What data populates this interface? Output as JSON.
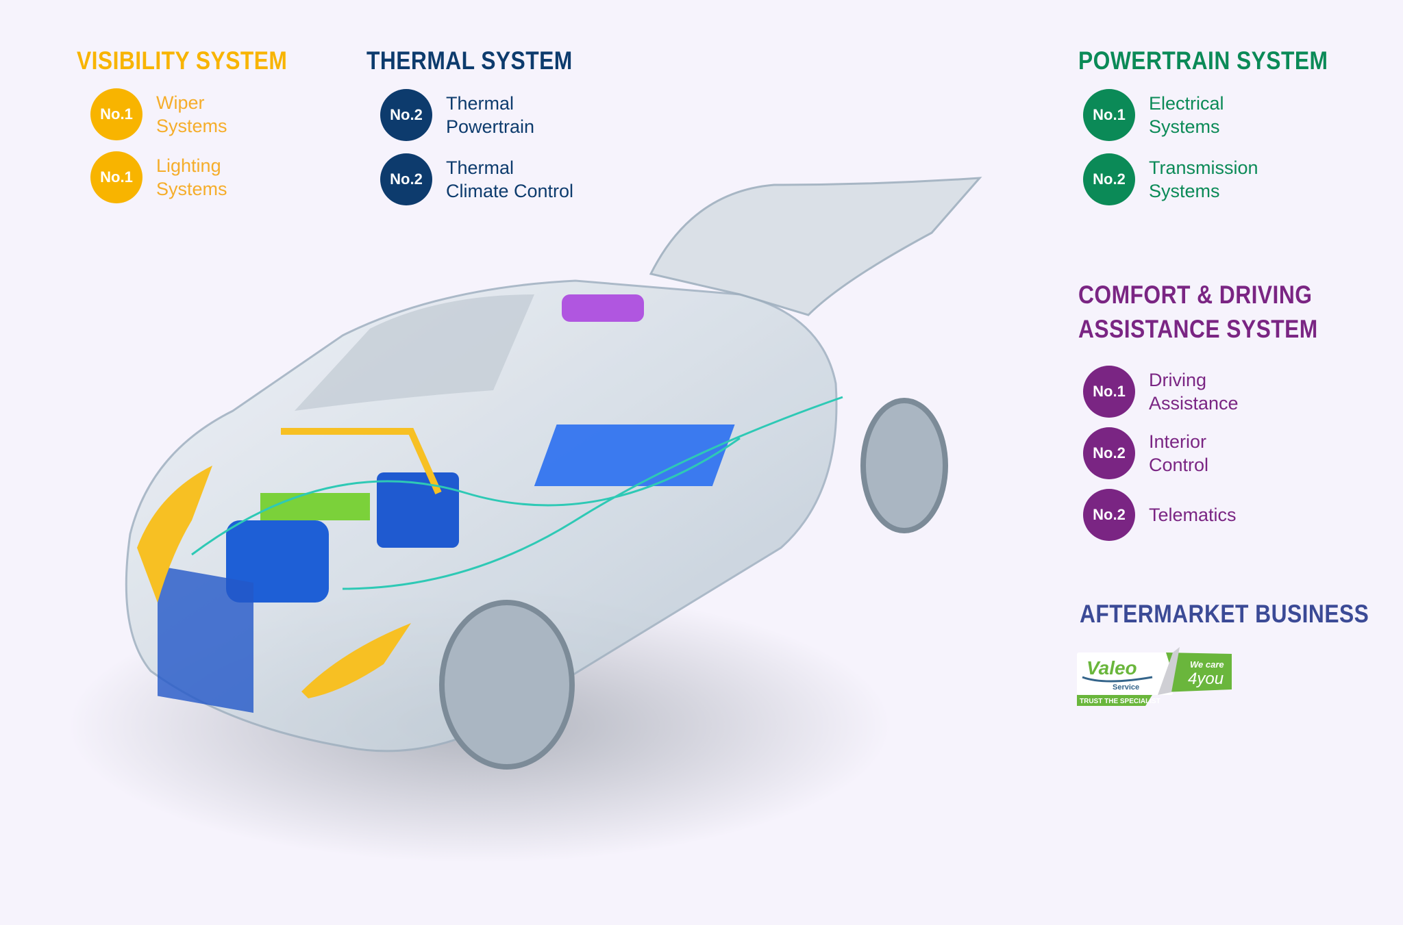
{
  "colors": {
    "visibility": "#f8b400",
    "thermal": "#0d3b6d",
    "powertrain": "#0b8a57",
    "comfort": "#7a2583",
    "aftermarket": "#3b4a96",
    "background": "#f6f3fc"
  },
  "visibility": {
    "title": "VISIBILITY SYSTEM",
    "items": [
      {
        "rank": "No.1",
        "label": "Wiper\nSystems"
      },
      {
        "rank": "No.1",
        "label": "Lighting\nSystems"
      }
    ]
  },
  "thermal": {
    "title": "THERMAL SYSTEM",
    "items": [
      {
        "rank": "No.2",
        "label": "Thermal\nPowertrain"
      },
      {
        "rank": "No.2",
        "label": "Thermal\nClimate Control"
      }
    ]
  },
  "powertrain": {
    "title": "POWERTRAIN SYSTEM",
    "items": [
      {
        "rank": "No.1",
        "label": "Electrical\nSystems"
      },
      {
        "rank": "No.2",
        "label": "Transmission\nSystems"
      }
    ]
  },
  "comfort": {
    "title_line1": "COMFORT & DRIVING",
    "title_line2": "ASSISTANCE SYSTEM",
    "items": [
      {
        "rank": "No.1",
        "label": "Driving\nAssistance"
      },
      {
        "rank": "No.2",
        "label": "Interior\nControl"
      },
      {
        "rank": "No.2",
        "label": "Telematics"
      }
    ]
  },
  "aftermarket": {
    "title": "AFTERMARKET BUSINESS",
    "logo": {
      "brand": "Valeo",
      "sub": "Service",
      "tagline": "TRUST THE SPECIALIST",
      "slogan1": "We care",
      "slogan2": "4you"
    }
  },
  "illustration": {
    "subject": "car-cutaway-icon"
  }
}
